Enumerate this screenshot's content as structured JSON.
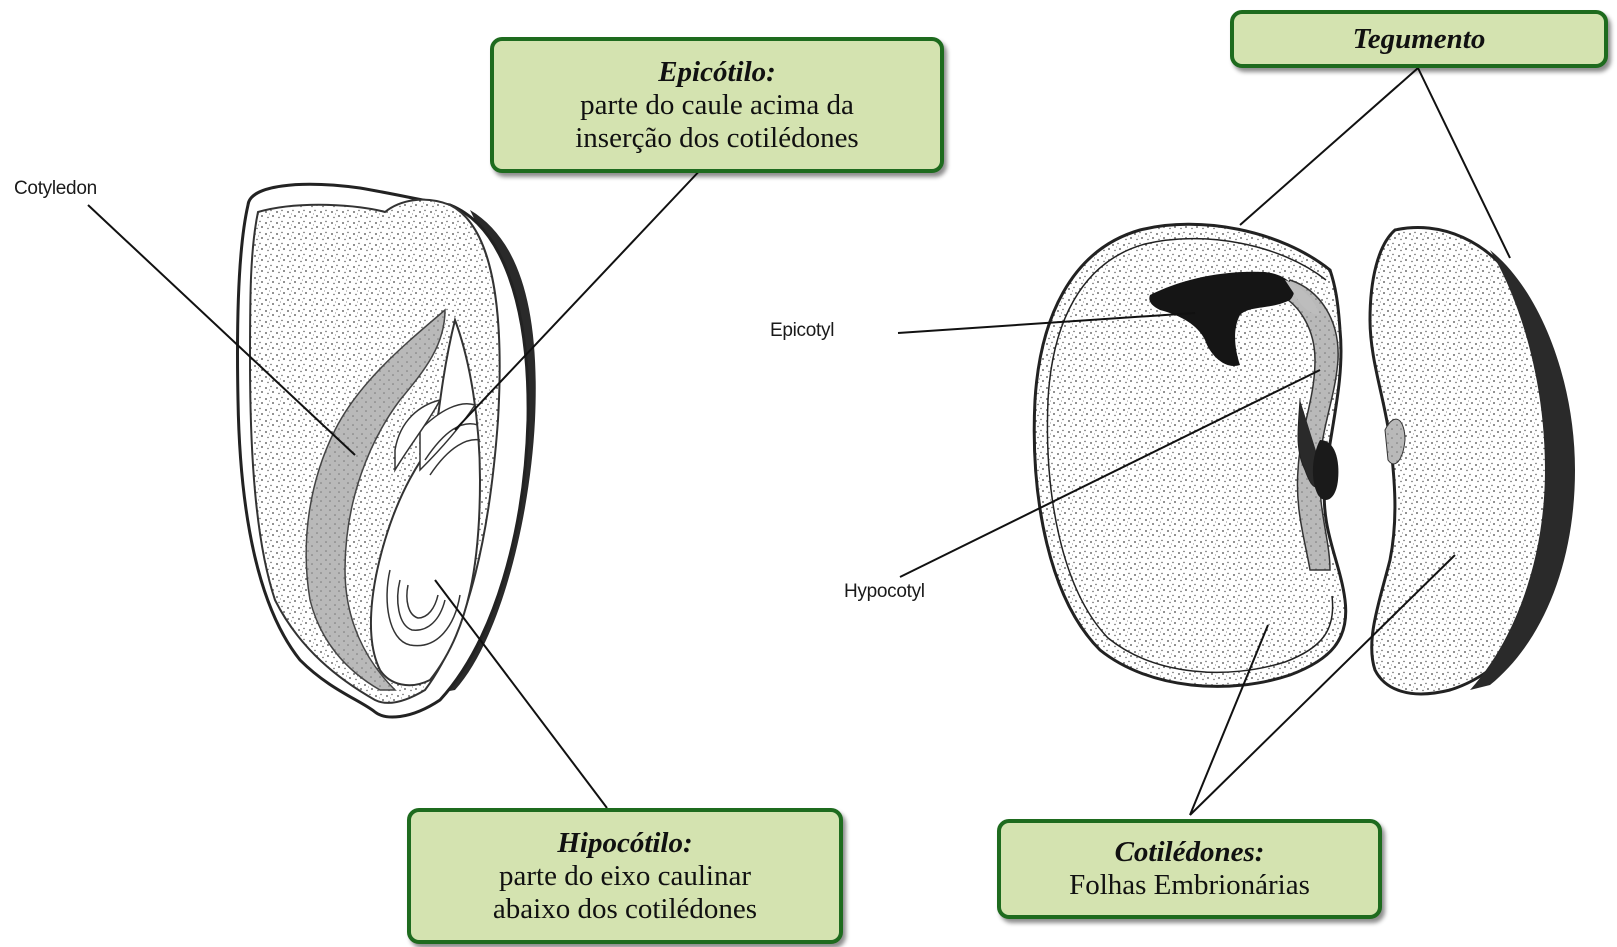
{
  "english_labels": {
    "cotyledon": "Cotyledon",
    "epicotyl": "Epicotyl",
    "hypocotyl": "Hypocotyl"
  },
  "callouts": {
    "epicotilo": {
      "title": "Epicótilo:",
      "line1": "parte do caule acima da",
      "line2": "inserção dos cotilédones"
    },
    "tegumento": {
      "title": "Tegumento"
    },
    "hipocotilo": {
      "title": "Hipocótilo:",
      "line1": "parte do eixo caulinar",
      "line2": "abaixo dos cotilédones"
    },
    "cotiledones": {
      "title": "Cotilédones:",
      "line1": "Folhas Embrionárias"
    }
  },
  "colors": {
    "callout_fill": "#d4e3b0",
    "callout_border": "#1e6b1e"
  }
}
